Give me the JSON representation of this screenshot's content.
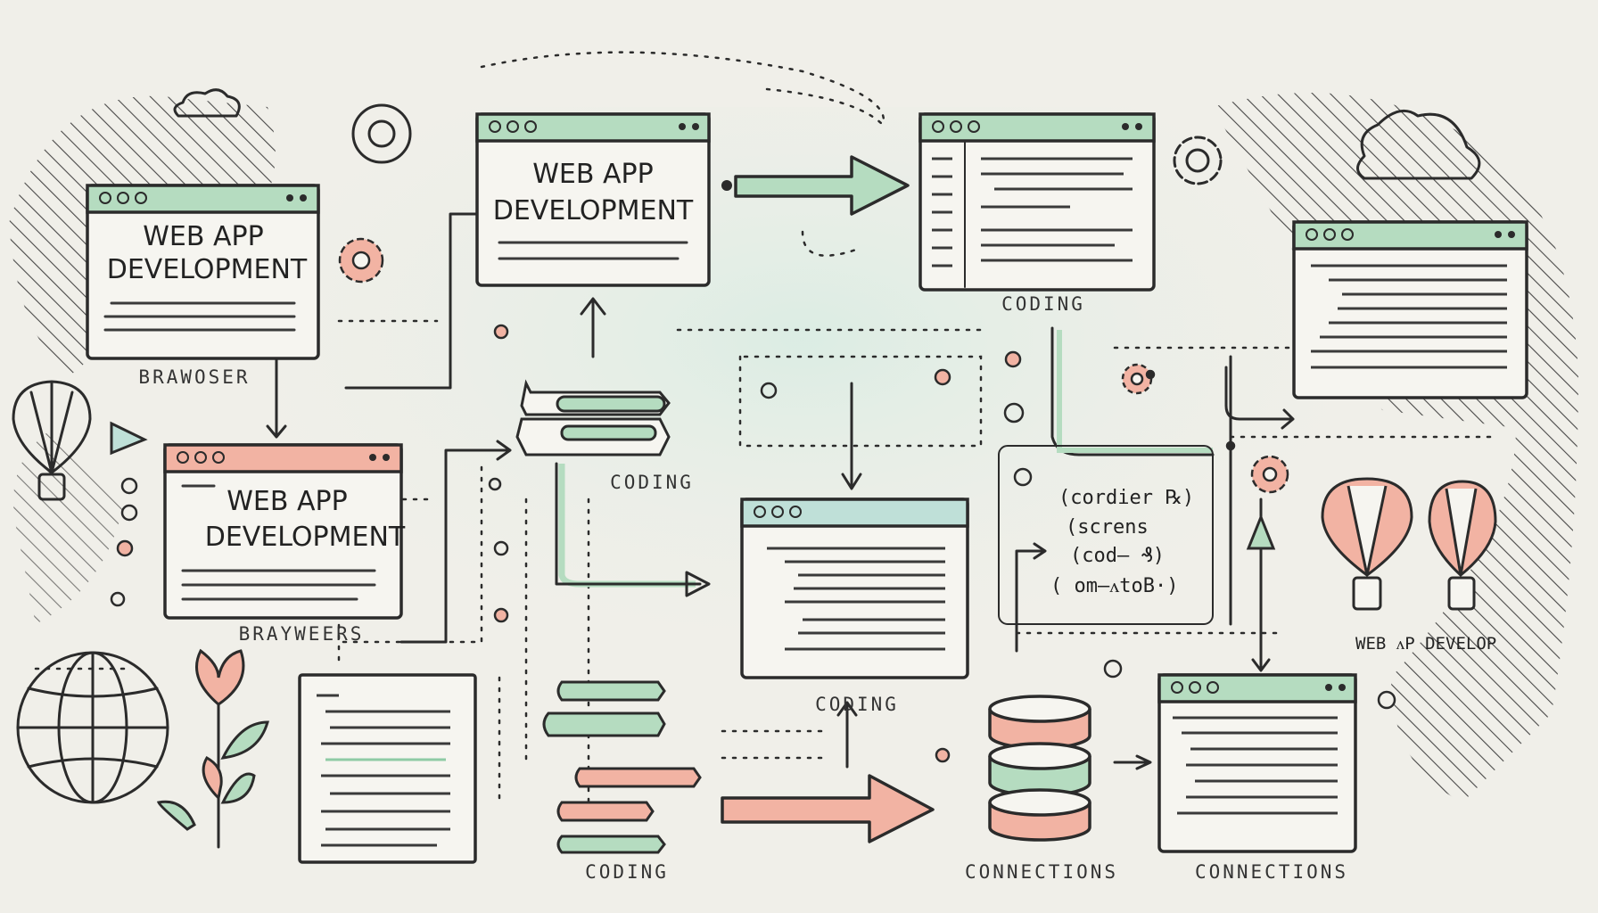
{
  "colors": {
    "background": "#f0efe9",
    "ink": "#2b2b2b",
    "green": "#b5dcc0",
    "salmon": "#f2b3a3",
    "teal": "#bfe0d8"
  },
  "windows": {
    "top_left_title": [
      "WEB APP",
      "DEVELOPMENT"
    ],
    "top_center_title": [
      "WEB APP",
      "DEVELOPMENT"
    ],
    "mid_left_title": [
      "WEB APP",
      "DEVELOPMENT"
    ]
  },
  "labels": {
    "browser_1": "BRAWOSER",
    "browser_2": "BRAYWEERS",
    "coding_top": "CODING",
    "coding_mid": "CODING",
    "coding_center": "CODING",
    "coding_bottom": "CODING",
    "connections_1": "CONNECTIONS",
    "connections_2": "CONNECTIONS",
    "web_app_develop": "WEB ᴧP DEVELOP"
  },
  "code_notes": [
    "(cordier ℞)",
    "(screns",
    "(cod— ₰)",
    "( om—ᴧtoB·)"
  ],
  "icons": [
    "gear-icon",
    "cloud-icon",
    "lightbulb-icon",
    "globe-icon",
    "flower-icon",
    "database-icon",
    "arrow-right-icon",
    "balloon-icon",
    "play-triangle-icon"
  ]
}
